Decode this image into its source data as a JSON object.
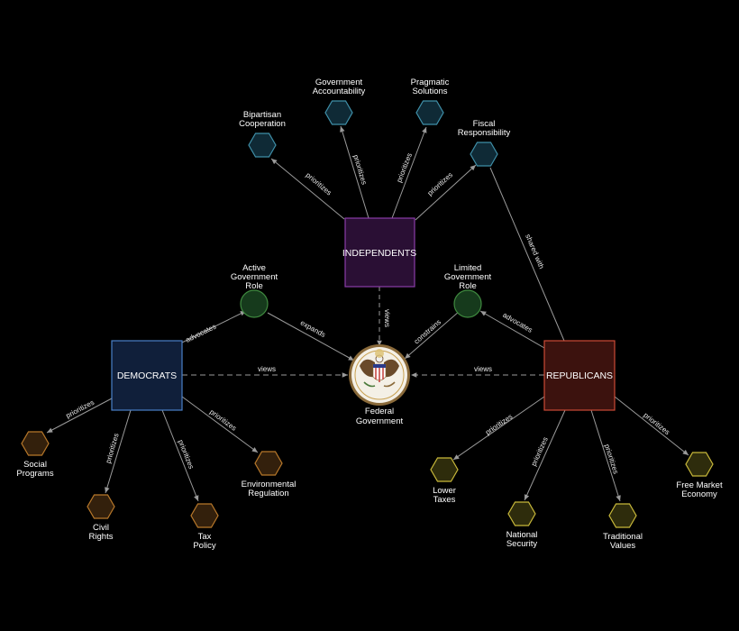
{
  "parties": {
    "democrats": {
      "label": "DEMOCRATS",
      "fill": "#101f3a",
      "stroke": "#4a80c8"
    },
    "independents": {
      "label": "INDEPENDENTS",
      "fill": "#2a0f34",
      "stroke": "#8a3ca8"
    },
    "republicans": {
      "label": "REPUBLICANS",
      "fill": "#3c120e",
      "stroke": "#cc4a36"
    }
  },
  "center": {
    "label_line1": "Federal",
    "label_line2": "Government"
  },
  "circles": {
    "active": {
      "lines": [
        "Active",
        "Government",
        "Role"
      ],
      "fill": "#163a1c",
      "stroke": "#3f8a3f"
    },
    "limited": {
      "lines": [
        "Limited",
        "Government",
        "Role"
      ],
      "fill": "#163a1c",
      "stroke": "#3f8a3f"
    }
  },
  "hexagons": {
    "bipartisan": {
      "lines": [
        "Bipartisan",
        "Cooperation"
      ],
      "fill": "#0f2a36",
      "stroke": "#3f8fa8"
    },
    "accountability": {
      "lines": [
        "Government",
        "Accountability"
      ],
      "fill": "#0f2a36",
      "stroke": "#3f8fa8"
    },
    "pragmatic": {
      "lines": [
        "Pragmatic",
        "Solutions"
      ],
      "fill": "#0f2a36",
      "stroke": "#3f8fa8"
    },
    "fiscal": {
      "lines": [
        "Fiscal",
        "Responsibility"
      ],
      "fill": "#0f2a36",
      "stroke": "#3f8fa8"
    },
    "social": {
      "lines": [
        "Social",
        "Programs"
      ],
      "fill": "#33200c",
      "stroke": "#b8782a"
    },
    "civil": {
      "lines": [
        "Civil",
        "Rights"
      ],
      "fill": "#33200c",
      "stroke": "#b8782a"
    },
    "tax": {
      "lines": [
        "Tax",
        "Policy"
      ],
      "fill": "#33200c",
      "stroke": "#b8782a"
    },
    "environmental": {
      "lines": [
        "Environmental",
        "Regulation"
      ],
      "fill": "#33200c",
      "stroke": "#b8782a"
    },
    "lower_taxes": {
      "lines": [
        "Lower",
        "Taxes"
      ],
      "fill": "#2e2c0c",
      "stroke": "#c8b83a"
    },
    "national_security": {
      "lines": [
        "National",
        "Security"
      ],
      "fill": "#2e2c0c",
      "stroke": "#c8b83a"
    },
    "traditional_values": {
      "lines": [
        "Traditional",
        "Values"
      ],
      "fill": "#2e2c0c",
      "stroke": "#c8b83a"
    },
    "free_market": {
      "lines": [
        "Free Market",
        "Economy"
      ],
      "fill": "#2e2c0c",
      "stroke": "#c8b83a"
    }
  },
  "edge_labels": {
    "prioritizes": "prioritizes",
    "advocates": "advocates",
    "expands": "expands",
    "constrains": "constrains",
    "views": "views",
    "shared_with": "shared with"
  },
  "colors": {
    "edge": "#9a9a9a",
    "background": "#000000"
  }
}
